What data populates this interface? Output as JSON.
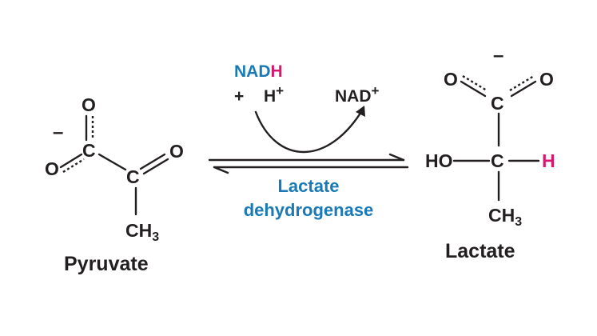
{
  "colors": {
    "ink": "#231f20",
    "enzyme_blue": "#1a7ab5",
    "hydrogen_pink": "#d6196f"
  },
  "pyruvate": {
    "name": "Pyruvate",
    "carboxyl_C": "C",
    "carbonyl_C": "C",
    "O_top": "O",
    "O_left": "O",
    "O_keto": "O",
    "charge": "–",
    "methyl": "CH",
    "methyl_sub": "3"
  },
  "lactate": {
    "name": "Lactate",
    "carboxyl_C": "C",
    "alpha_C": "C",
    "O_left": "O",
    "O_right": "O",
    "charge": "–",
    "hydroxyl": "HO",
    "hydrogen": "H",
    "methyl": "CH",
    "methyl_sub": "3"
  },
  "reaction": {
    "cofactor_in_main": "NAD",
    "cofactor_in_H": "H",
    "proton_plus": "+",
    "proton": "H",
    "proton_charge": "+",
    "cofactor_out": "NAD",
    "cofactor_out_charge": "+",
    "enzyme_line1": "Lactate",
    "enzyme_line2": "dehydrogenase"
  }
}
